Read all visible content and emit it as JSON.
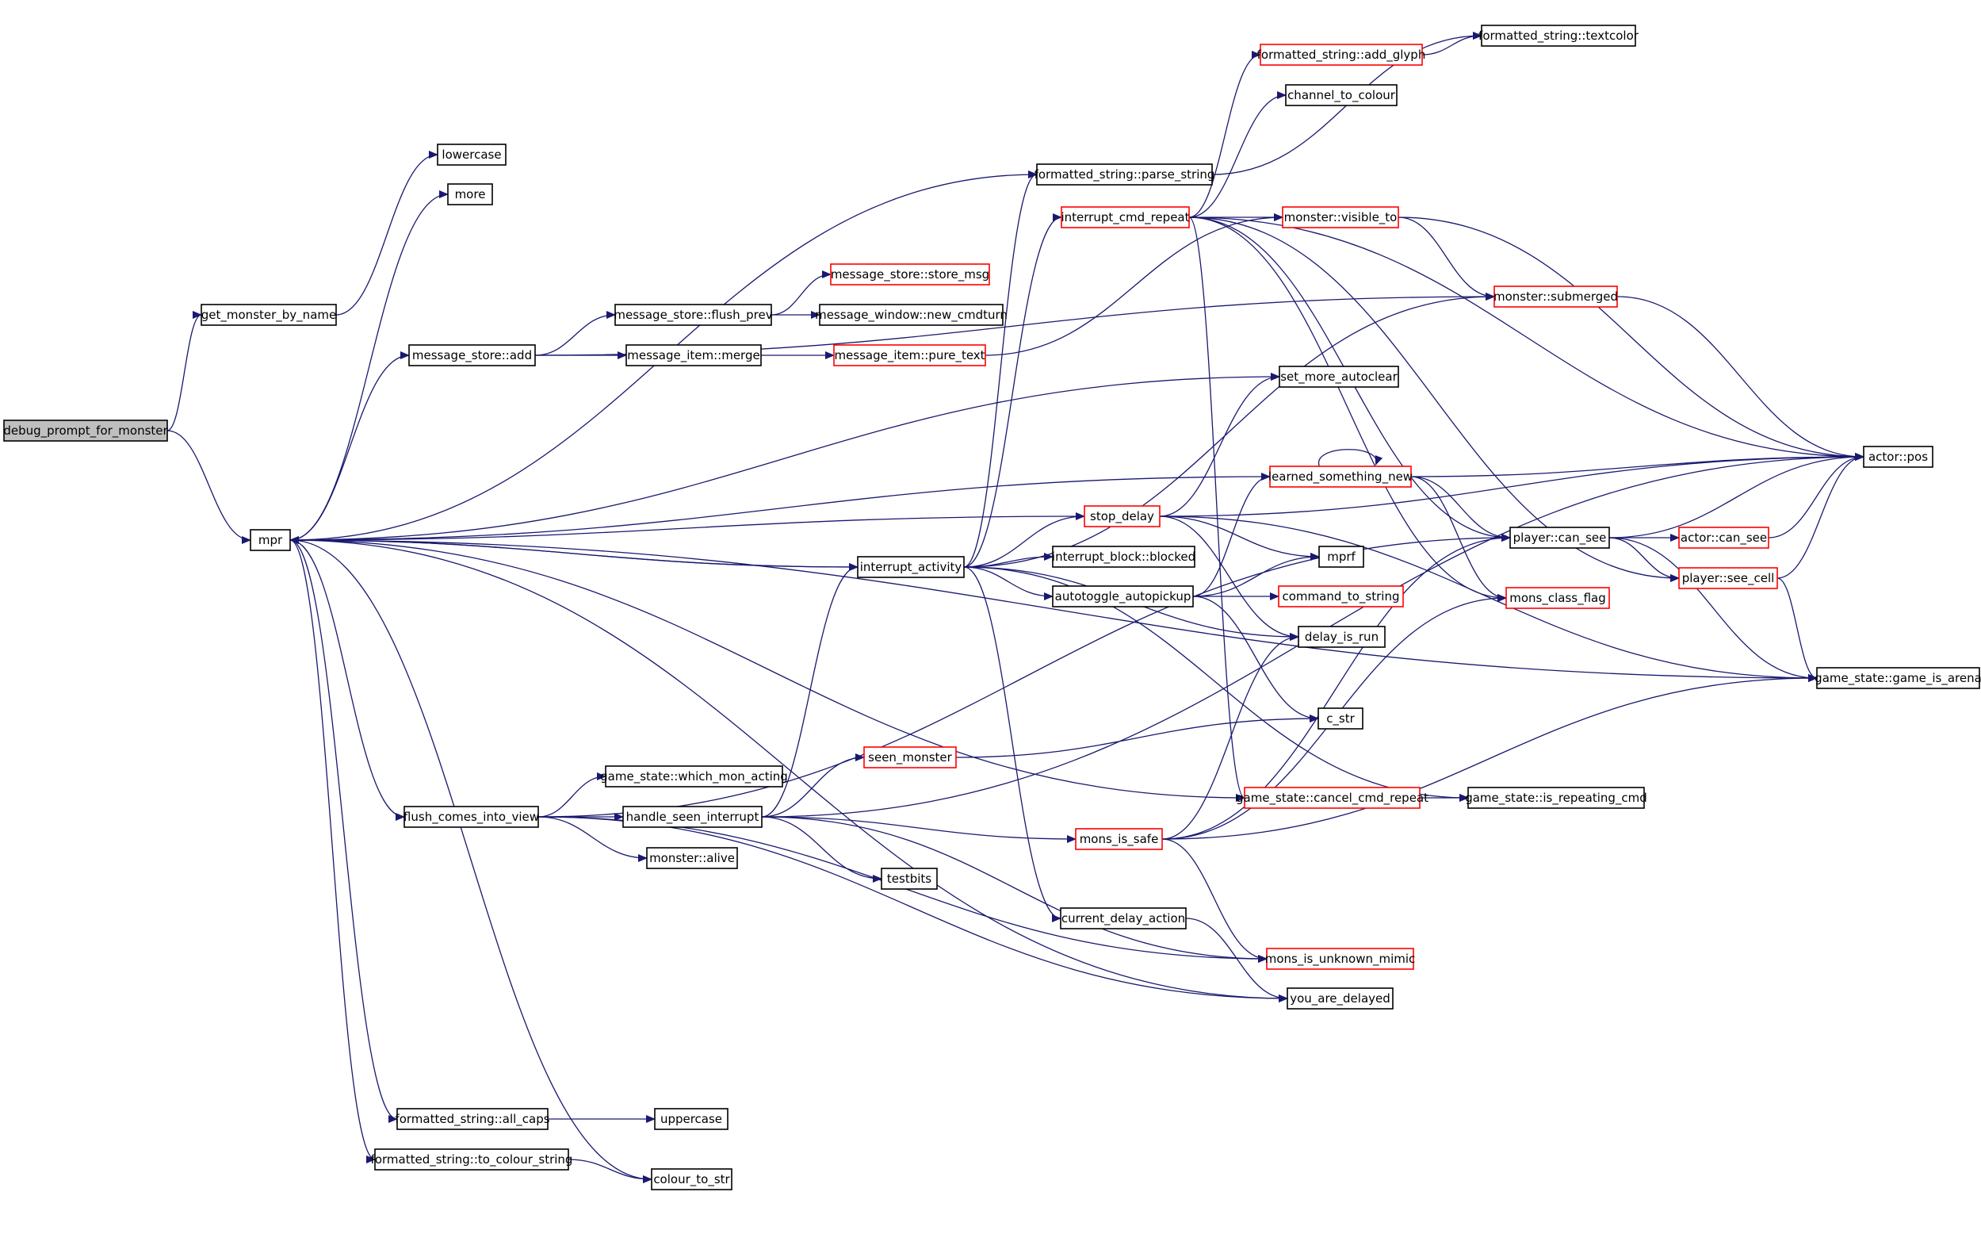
{
  "graph": {
    "nodes": [
      {
        "id": "debug_prompt_for_monster",
        "label": "debug_prompt_for_monster",
        "kind": "root"
      },
      {
        "id": "get_monster_by_name",
        "label": "get_monster_by_name",
        "kind": "normal"
      },
      {
        "id": "mpr",
        "label": "mpr",
        "kind": "normal"
      },
      {
        "id": "lowercase",
        "label": "lowercase",
        "kind": "normal"
      },
      {
        "id": "more",
        "label": "more",
        "kind": "normal"
      },
      {
        "id": "message_store_add",
        "label": "message_store::add",
        "kind": "normal"
      },
      {
        "id": "message_store_flush_prev",
        "label": "message_store::flush_prev",
        "kind": "normal"
      },
      {
        "id": "message_item_merge",
        "label": "message_item::merge",
        "kind": "normal"
      },
      {
        "id": "message_store_store_msg",
        "label": "message_store::store_msg",
        "kind": "truncated"
      },
      {
        "id": "message_window_new_cmdturn",
        "label": "message_window::new_cmdturn",
        "kind": "normal"
      },
      {
        "id": "message_item_pure_text",
        "label": "message_item::pure_text",
        "kind": "truncated"
      },
      {
        "id": "formatted_string_parse_string",
        "label": "formatted_string::parse_string",
        "kind": "normal"
      },
      {
        "id": "formatted_string_add_glyph",
        "label": "formatted_string::add_glyph",
        "kind": "truncated"
      },
      {
        "id": "formatted_string_textcolor",
        "label": "formatted_string::textcolor",
        "kind": "normal"
      },
      {
        "id": "channel_to_colour",
        "label": "channel_to_colour",
        "kind": "normal"
      },
      {
        "id": "interrupt_cmd_repeat",
        "label": "interrupt_cmd_repeat",
        "kind": "truncated"
      },
      {
        "id": "monster_visible_to",
        "label": "monster::visible_to",
        "kind": "truncated"
      },
      {
        "id": "monster_submerged",
        "label": "monster::submerged",
        "kind": "truncated"
      },
      {
        "id": "set_more_autoclear",
        "label": "set_more_autoclear",
        "kind": "normal"
      },
      {
        "id": "learned_something_new",
        "label": "learned_something_new",
        "kind": "truncated"
      },
      {
        "id": "actor_pos",
        "label": "actor::pos",
        "kind": "normal"
      },
      {
        "id": "stop_delay",
        "label": "stop_delay",
        "kind": "truncated"
      },
      {
        "id": "interrupt_activity",
        "label": "interrupt_activity",
        "kind": "normal"
      },
      {
        "id": "interrupt_block_blocked",
        "label": "interrupt_block::blocked",
        "kind": "normal"
      },
      {
        "id": "mprf",
        "label": "mprf",
        "kind": "normal"
      },
      {
        "id": "autotoggle_autopickup",
        "label": "autotoggle_autopickup",
        "kind": "normal"
      },
      {
        "id": "command_to_string",
        "label": "command_to_string",
        "kind": "truncated"
      },
      {
        "id": "delay_is_run",
        "label": "delay_is_run",
        "kind": "normal"
      },
      {
        "id": "player_can_see",
        "label": "player::can_see",
        "kind": "normal"
      },
      {
        "id": "actor_can_see",
        "label": "actor::can_see",
        "kind": "truncated"
      },
      {
        "id": "player_see_cell",
        "label": "player::see_cell",
        "kind": "truncated"
      },
      {
        "id": "mons_class_flag",
        "label": "mons_class_flag",
        "kind": "truncated"
      },
      {
        "id": "game_state_game_is_arena",
        "label": "game_state::game_is_arena",
        "kind": "normal"
      },
      {
        "id": "c_str",
        "label": "c_str",
        "kind": "normal"
      },
      {
        "id": "seen_monster",
        "label": "seen_monster",
        "kind": "truncated"
      },
      {
        "id": "game_state_which_mon_acting",
        "label": "game_state::which_mon_acting",
        "kind": "normal"
      },
      {
        "id": "flush_comes_into_view",
        "label": "flush_comes_into_view",
        "kind": "normal"
      },
      {
        "id": "handle_seen_interrupt",
        "label": "handle_seen_interrupt",
        "kind": "normal"
      },
      {
        "id": "game_state_cancel_cmd_repeat",
        "label": "game_state::cancel_cmd_repeat",
        "kind": "truncated"
      },
      {
        "id": "game_state_is_repeating_cmd",
        "label": "game_state::is_repeating_cmd",
        "kind": "normal"
      },
      {
        "id": "mons_is_safe",
        "label": "mons_is_safe",
        "kind": "truncated"
      },
      {
        "id": "monster_alive",
        "label": "monster::alive",
        "kind": "normal"
      },
      {
        "id": "testbits",
        "label": "testbits",
        "kind": "normal"
      },
      {
        "id": "current_delay_action",
        "label": "current_delay_action",
        "kind": "normal"
      },
      {
        "id": "mons_is_unknown_mimic",
        "label": "mons_is_unknown_mimic",
        "kind": "truncated"
      },
      {
        "id": "you_are_delayed",
        "label": "you_are_delayed",
        "kind": "normal"
      },
      {
        "id": "formatted_string_all_caps",
        "label": "formatted_string::all_caps",
        "kind": "normal"
      },
      {
        "id": "uppercase",
        "label": "uppercase",
        "kind": "normal"
      },
      {
        "id": "formatted_string_to_colour_string",
        "label": "formatted_string::to_colour_string",
        "kind": "normal"
      },
      {
        "id": "colour_to_str",
        "label": "colour_to_str",
        "kind": "normal"
      }
    ],
    "edges": [
      [
        "debug_prompt_for_monster",
        "get_monster_by_name"
      ],
      [
        "debug_prompt_for_monster",
        "mpr"
      ],
      [
        "get_monster_by_name",
        "lowercase"
      ],
      [
        "mpr",
        "more"
      ],
      [
        "mpr",
        "formatted_string_parse_string"
      ],
      [
        "mpr",
        "message_store_add"
      ],
      [
        "mpr",
        "set_more_autoclear"
      ],
      [
        "mpr",
        "interrupt_activity"
      ],
      [
        "mpr",
        "flush_comes_into_view"
      ],
      [
        "mpr",
        "you_are_delayed"
      ],
      [
        "mpr",
        "game_state_game_is_arena"
      ],
      [
        "mpr",
        "formatted_string_all_caps"
      ],
      [
        "mpr",
        "formatted_string_to_colour_string"
      ],
      [
        "mpr",
        "colour_to_str"
      ],
      [
        "mpr",
        "game_state_cancel_cmd_repeat"
      ],
      [
        "message_store_add",
        "message_store_flush_prev"
      ],
      [
        "message_store_add",
        "message_item_merge"
      ],
      [
        "message_store_add",
        "monster_submerged"
      ],
      [
        "message_store_flush_prev",
        "message_store_store_msg"
      ],
      [
        "message_store_flush_prev",
        "message_window_new_cmdturn"
      ],
      [
        "message_item_merge",
        "message_item_pure_text"
      ],
      [
        "message_item_pure_text",
        "monster_visible_to"
      ],
      [
        "formatted_string_parse_string",
        "formatted_string_textcolor"
      ],
      [
        "formatted_string_add_glyph",
        "formatted_string_textcolor"
      ],
      [
        "interrupt_cmd_repeat",
        "formatted_string_add_glyph"
      ],
      [
        "interrupt_cmd_repeat",
        "channel_to_colour"
      ],
      [
        "interrupt_cmd_repeat",
        "monster_visible_to"
      ],
      [
        "interrupt_cmd_repeat",
        "actor_pos"
      ],
      [
        "interrupt_cmd_repeat",
        "player_see_cell"
      ],
      [
        "interrupt_cmd_repeat",
        "player_can_see"
      ],
      [
        "interrupt_cmd_repeat",
        "mons_class_flag"
      ],
      [
        "interrupt_cmd_repeat",
        "game_state_cancel_cmd_repeat"
      ],
      [
        "monster_visible_to",
        "monster_submerged"
      ],
      [
        "monster_visible_to",
        "actor_pos"
      ],
      [
        "monster_submerged",
        "actor_pos"
      ],
      [
        "learned_something_new",
        "mpr"
      ],
      [
        "learned_something_new",
        "learned_something_new"
      ],
      [
        "learned_something_new",
        "actor_pos"
      ],
      [
        "learned_something_new",
        "player_can_see"
      ],
      [
        "learned_something_new",
        "mons_class_flag"
      ],
      [
        "stop_delay",
        "mpr"
      ],
      [
        "stop_delay",
        "set_more_autoclear"
      ],
      [
        "stop_delay",
        "mprf"
      ],
      [
        "stop_delay",
        "delay_is_run"
      ],
      [
        "stop_delay",
        "actor_pos"
      ],
      [
        "stop_delay",
        "game_state_game_is_arena"
      ],
      [
        "interrupt_activity",
        "mpr"
      ],
      [
        "interrupt_activity",
        "formatted_string_parse_string"
      ],
      [
        "interrupt_activity",
        "interrupt_cmd_repeat"
      ],
      [
        "interrupt_activity",
        "monster_submerged"
      ],
      [
        "interrupt_activity",
        "stop_delay"
      ],
      [
        "interrupt_activity",
        "interrupt_block_blocked"
      ],
      [
        "interrupt_activity",
        "autotoggle_autopickup"
      ],
      [
        "interrupt_activity",
        "delay_is_run"
      ],
      [
        "interrupt_activity",
        "current_delay_action"
      ],
      [
        "interrupt_activity",
        "game_state_is_repeating_cmd"
      ],
      [
        "autotoggle_autopickup",
        "learned_something_new"
      ],
      [
        "autotoggle_autopickup",
        "mprf"
      ],
      [
        "autotoggle_autopickup",
        "command_to_string"
      ],
      [
        "autotoggle_autopickup",
        "c_str"
      ],
      [
        "player_can_see",
        "actor_pos"
      ],
      [
        "player_can_see",
        "actor_can_see"
      ],
      [
        "player_can_see",
        "player_see_cell"
      ],
      [
        "player_can_see",
        "game_state_game_is_arena"
      ],
      [
        "actor_can_see",
        "actor_pos"
      ],
      [
        "player_see_cell",
        "actor_pos"
      ],
      [
        "player_see_cell",
        "game_state_game_is_arena"
      ],
      [
        "seen_monster",
        "c_str"
      ],
      [
        "flush_comes_into_view",
        "game_state_which_mon_acting"
      ],
      [
        "flush_comes_into_view",
        "handle_seen_interrupt"
      ],
      [
        "flush_comes_into_view",
        "monster_alive"
      ],
      [
        "flush_comes_into_view",
        "player_can_see"
      ],
      [
        "flush_comes_into_view",
        "mons_is_unknown_mimic"
      ],
      [
        "flush_comes_into_view",
        "you_are_delayed"
      ],
      [
        "handle_seen_interrupt",
        "interrupt_activity"
      ],
      [
        "handle_seen_interrupt",
        "seen_monster"
      ],
      [
        "handle_seen_interrupt",
        "mons_is_safe"
      ],
      [
        "handle_seen_interrupt",
        "testbits"
      ],
      [
        "handle_seen_interrupt",
        "mons_is_unknown_mimic"
      ],
      [
        "handle_seen_interrupt",
        "actor_pos"
      ],
      [
        "game_state_cancel_cmd_repeat",
        "game_state_is_repeating_cmd"
      ],
      [
        "mons_is_safe",
        "delay_is_run"
      ],
      [
        "mons_is_safe",
        "player_can_see"
      ],
      [
        "mons_is_safe",
        "mons_class_flag"
      ],
      [
        "mons_is_safe",
        "mons_is_unknown_mimic"
      ],
      [
        "mons_is_safe",
        "game_state_game_is_arena"
      ],
      [
        "current_delay_action",
        "you_are_delayed"
      ],
      [
        "formatted_string_all_caps",
        "uppercase"
      ],
      [
        "formatted_string_to_colour_string",
        "colour_to_str"
      ]
    ]
  },
  "colors": {
    "edge": "#191970",
    "node_border": "#000000",
    "truncated_border": "#ff0000",
    "root_fill": "#bfbfbf",
    "background": "#ffffff"
  }
}
